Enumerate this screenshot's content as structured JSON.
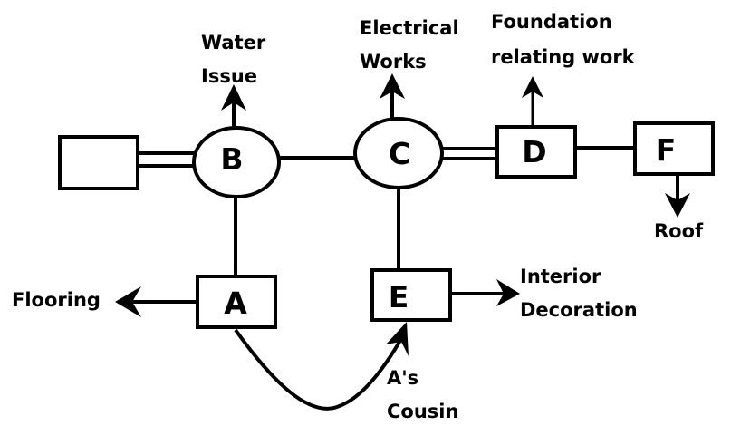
{
  "diagram": {
    "type": "family-relation-flow",
    "colors": {
      "stroke": "#000000",
      "background": "#ffffff",
      "text": "#000000"
    },
    "nodes": [
      {
        "id": "blank",
        "label": "",
        "shape": "rectangle"
      },
      {
        "id": "B",
        "label": "B",
        "shape": "ellipse"
      },
      {
        "id": "C",
        "label": "C",
        "shape": "ellipse"
      },
      {
        "id": "D",
        "label": "D",
        "shape": "rectangle"
      },
      {
        "id": "F",
        "label": "F",
        "shape": "rectangle"
      },
      {
        "id": "A",
        "label": "A",
        "shape": "rectangle"
      },
      {
        "id": "E",
        "label": "E",
        "shape": "rectangle"
      }
    ],
    "annotations": {
      "water_issue": [
        "Water",
        "Issue"
      ],
      "electrical_works": [
        "Electrical",
        "Works"
      ],
      "foundation": [
        "Foundation",
        "relating work"
      ],
      "roof": [
        "Roof"
      ],
      "flooring": [
        "Flooring"
      ],
      "interior_decoration": [
        "Interior",
        "Decoration"
      ],
      "as_cousin": [
        "A's",
        "Cousin"
      ]
    },
    "edges": [
      {
        "from": "blank",
        "to": "B",
        "style": "double-line"
      },
      {
        "from": "B",
        "to": "C",
        "style": "single-line"
      },
      {
        "from": "C",
        "to": "D",
        "style": "double-line"
      },
      {
        "from": "D",
        "to": "F",
        "style": "single-line"
      },
      {
        "from": "B",
        "to": "A",
        "style": "single-line"
      },
      {
        "from": "C",
        "to": "E",
        "style": "single-line"
      },
      {
        "from": "A",
        "to": "E",
        "style": "curved-arrow",
        "label": "A's Cousin"
      },
      {
        "from": "B",
        "to": "Water Issue",
        "style": "arrow"
      },
      {
        "from": "C",
        "to": "Electrical Works",
        "style": "arrow"
      },
      {
        "from": "D",
        "to": "Foundation relating work",
        "style": "arrow"
      },
      {
        "from": "F",
        "to": "Roof",
        "style": "arrow"
      },
      {
        "from": "A",
        "to": "Flooring",
        "style": "arrow"
      },
      {
        "from": "E",
        "to": "Interior Decoration",
        "style": "arrow"
      }
    ]
  }
}
